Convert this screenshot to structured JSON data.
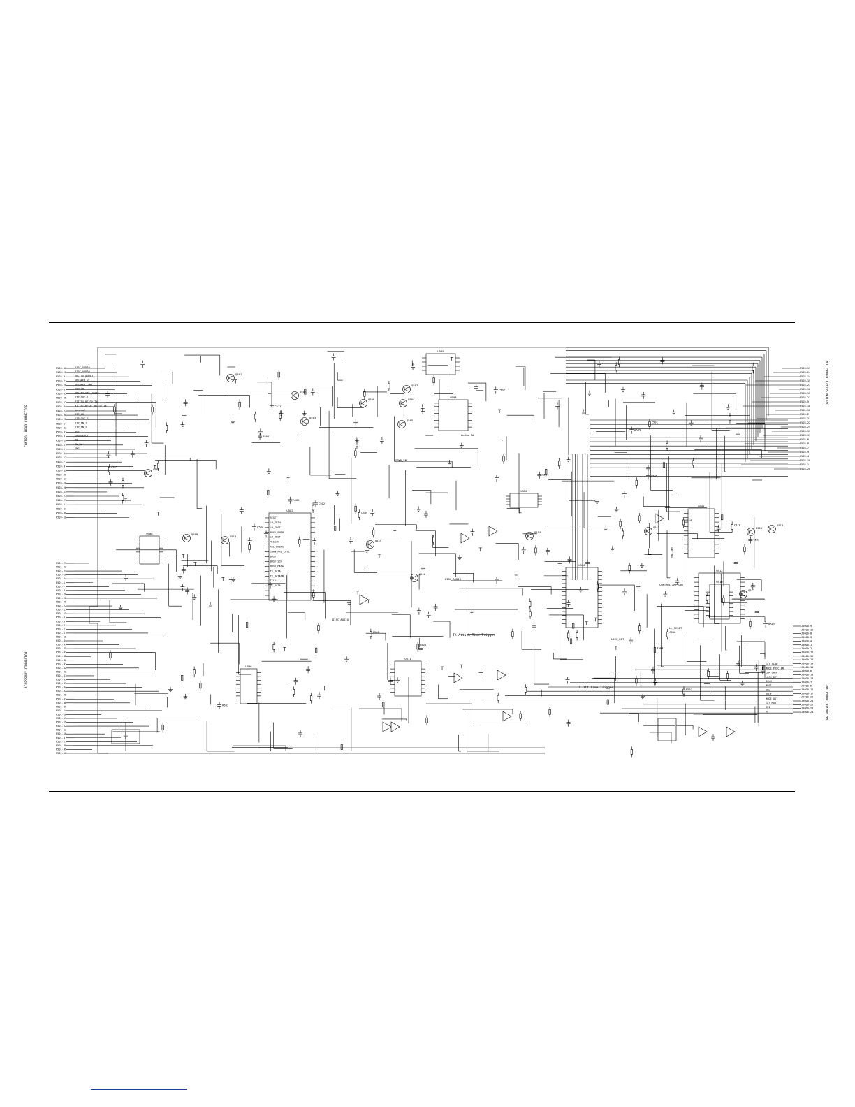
{
  "page": {
    "background": "#ffffff",
    "ink": "#000000",
    "link_color": "#1a3f9c"
  },
  "left_top_connector": {
    "title": "CONTROL HEAD CONNECTOR",
    "pins": [
      "P503-40",
      "P503-22",
      "P503-3",
      "P503-21",
      "P503-16",
      "P503-8",
      "P503-35",
      "P503-25",
      "P503-12",
      "P503-34",
      "P503-23",
      "P503-30",
      "P503-28",
      "P503-14",
      "P503-33",
      "P503-31",
      "P503-9",
      "P503-19",
      "P503-1",
      "P503-6",
      "P503-24",
      "P503-11",
      "P503-7",
      "P503-4",
      "P503-32",
      "P503-39",
      "P503-17",
      "P503-18",
      "P503-26",
      "P503-13",
      "P503-27",
      "P503-29",
      "P503-2",
      "P503-37",
      "P503-38",
      "P503-10"
    ],
    "nets": [
      "DISC_AUDIO",
      "DISC_AUDIO",
      "VOL_TX_AUDIO",
      "SPEAKER_HI",
      "SPEAKER_LOW",
      "IGN_SW+",
      "VRG_TX/CTS_RS232",
      "VIP-OUT-1",
      "PTT/TX_RS232_IN",
      "MIC_HI/RESET_RS232_IN",
      "general",
      "MIC_LO",
      "VIP-OUT-2",
      "VIP_IN_1",
      "VIP_IN_2",
      "BUSY",
      "EMERGENCY",
      "TX",
      "SW_B+",
      "GND"
    ]
  },
  "left_bottom_connector": {
    "title": "ACCESSORY CONNECTOR",
    "pins": [
      "P501-27",
      "P501-23",
      "P501-25",
      "P501-26",
      "P501-24",
      "P501-1",
      "P501-7",
      "P501-4",
      "P501-20",
      "P501-28",
      "P501-29",
      "P501-22",
      "P501-11",
      "P501-15",
      "P501-6",
      "P501-3",
      "P501-9",
      "P501-2",
      "P501-5",
      "P501-18",
      "P501-44",
      "P501-47",
      "P501-45",
      "P501-43",
      "P501-46",
      "P501-40",
      "P501-41",
      "P501-42",
      "P501-30",
      "P501-31",
      "P501-35",
      "P501-33",
      "P501-34",
      "P501-32",
      "P501-36",
      "P501-37",
      "P501-38",
      "P501-39",
      "P501-14",
      "P501-16",
      "P501-17",
      "P501-19",
      "P501-12",
      "P501-13",
      "P501-10",
      "P501-8",
      "P501-21",
      "P501-48",
      "P501-49",
      "P501-50"
    ]
  },
  "right_top_connector": {
    "title": "OPTION SELECT CONNECTOR",
    "pins": [
      "P503-17",
      "P503-24",
      "P503-14",
      "P503-19",
      "P503-23",
      "P503-16",
      "P503-15",
      "P503-21",
      "P503-5",
      "P503-10",
      "P503-12",
      "P503-2",
      "P503-3",
      "P503-22",
      "P503-25",
      "P503-13",
      "P503-11",
      "P503-6",
      "P503-8",
      "P503-7",
      "P503-9",
      "P503-4",
      "P503-18",
      "P503-1",
      "P503-20"
    ]
  },
  "right_bottom_connector": {
    "title": "RF BOARD CONNECTOR",
    "pins": [
      "J5000-9",
      "J5000-12",
      "J5000-8",
      "J5000-3",
      "J5000-4",
      "J5000-1",
      "J5000-2",
      "J5000-15",
      "J5000-16",
      "J5000-10",
      "J5000-14",
      "J5000-13",
      "J5000-6",
      "J5000-18",
      "J5000-19",
      "J5000-7",
      "J5000-5",
      "J5000-11",
      "J5000-17",
      "J5000-20",
      "J5000-21",
      "J5000-22",
      "J5000-23",
      "J5000-24"
    ],
    "nets": [
      "EXT_SLOW",
      "MODE_PRSC_EN",
      "CLK_DATA",
      "LOCK_DET",
      "SCLK",
      "MOSI",
      "SEL",
      "DOUT",
      "MODE_OUT",
      "EXT_MOD",
      "SPI",
      "RX"
    ]
  },
  "center": {
    "ics": [
      {
        "ref": "U502",
        "pins_left": [
          "RESET",
          "LH_ENTH",
          "LH_SPST",
          "BUSY_ENTH",
          "LH_RBST",
          "MISCIN",
          "RCL_ENERG",
          "CHAN_PRL_CNTL",
          "BUSY",
          "BUSY_SCH",
          "BUSY_DATA",
          "TX_DATA",
          "TX_DATAIN",
          "TCLK",
          "RX_DATA"
        ]
      },
      {
        "ref": "U500"
      },
      {
        "ref": "U510"
      },
      {
        "ref": "U504"
      },
      {
        "ref": "U503"
      },
      {
        "ref": "U511"
      },
      {
        "ref": "U506"
      },
      {
        "ref": "U508"
      }
    ],
    "notes": [
      "TX Attack Time Trigger",
      "TX Off Time Trigger",
      "DISC_AUDIO",
      "CONTROL_AMP_OUT",
      "DISC_AUDIO",
      "LOCK_DET",
      "LL_RESET",
      "SPKR_EN",
      "Audio PA"
    ]
  },
  "transistor_refs": [
    "Q501",
    "Q502",
    "Q503",
    "Q504",
    "Q505",
    "Q506",
    "Q507",
    "Q508",
    "Q509",
    "Q510",
    "Q511",
    "Q512",
    "Q513",
    "Q514",
    "Q515",
    "Q516",
    "Q517"
  ],
  "passive_refs": [
    "R501",
    "R502",
    "R503",
    "R504",
    "R505",
    "R506",
    "R507",
    "R508",
    "R509",
    "R510",
    "C501",
    "C502",
    "C503",
    "C504",
    "C505",
    "C506",
    "C507",
    "C508",
    "C509",
    "C510",
    "C511",
    "C512"
  ]
}
